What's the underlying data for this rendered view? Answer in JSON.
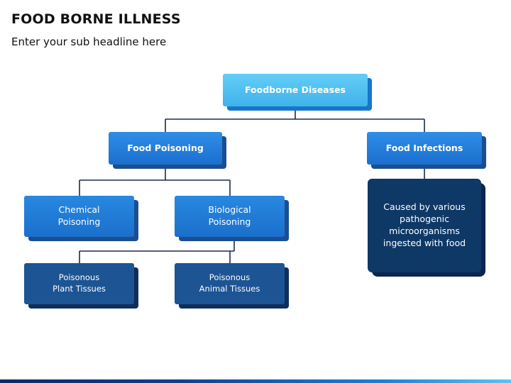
{
  "header": {
    "title": "FOOD BORNE ILLNESS",
    "subtitle": "Enter your sub headline here"
  },
  "diagram": {
    "root": {
      "label": "Foodborne Diseases"
    },
    "food_poisoning": {
      "label": "Food Poisoning"
    },
    "food_infections": {
      "label": "Food Infections"
    },
    "chemical": {
      "label": "Chemical\nPoisoning"
    },
    "biological": {
      "label": "Biological\nPoisoning"
    },
    "plant_tissues": {
      "label": "Poisonous\nPlant Tissues"
    },
    "animal_tissues": {
      "label": "Poisonous\nAnimal Tissues"
    },
    "infection_description": {
      "label": "Caused by various\npathogenic\nmicroorganisms\ningested with food"
    }
  },
  "colors": {
    "connector": "#1a2b4a",
    "accent_light": "#4fc0f0",
    "accent_mid": "#1f7ad8",
    "accent_dark": "#0e3866"
  }
}
